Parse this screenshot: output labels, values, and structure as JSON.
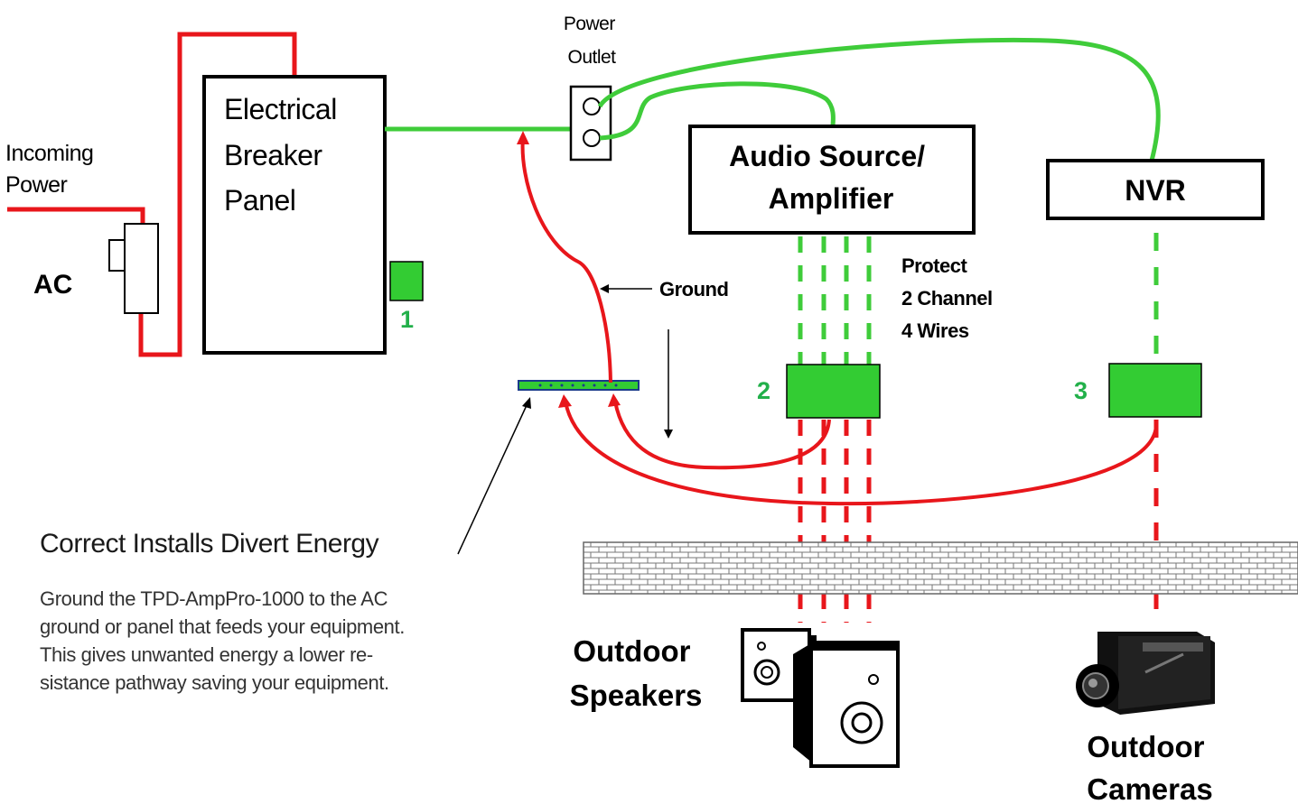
{
  "labels": {
    "incoming_power": [
      "Incoming",
      "Power"
    ],
    "ac": "AC",
    "breaker_panel": [
      "Electrical",
      "Breaker",
      "Panel"
    ],
    "power_outlet": [
      "Power",
      "Outlet"
    ],
    "audio_source": [
      "Audio Source/",
      "Amplifier"
    ],
    "nvr": "NVR",
    "protect": [
      "Protect",
      "2 Channel",
      "4 Wires"
    ],
    "ground": "Ground",
    "num_1": "1",
    "num_2": "2",
    "num_3": "3",
    "outdoor_speakers": [
      "Outdoor",
      "Speakers"
    ],
    "outdoor_cameras": [
      "Outdoor",
      "Cameras"
    ]
  },
  "note": {
    "title": "Correct Installs Divert Energy",
    "lines": [
      "Ground the TPD-AmpPro-1000 to the AC",
      "ground or panel that feeds your equipment.",
      "This gives unwanted energy a lower re-",
      "sistance pathway saving your equipment."
    ]
  },
  "colors": {
    "power_line": "#e8161b",
    "signal_line": "#3fcc3a",
    "protector_fill": "#33cc33",
    "label_green": "#22b04a"
  }
}
